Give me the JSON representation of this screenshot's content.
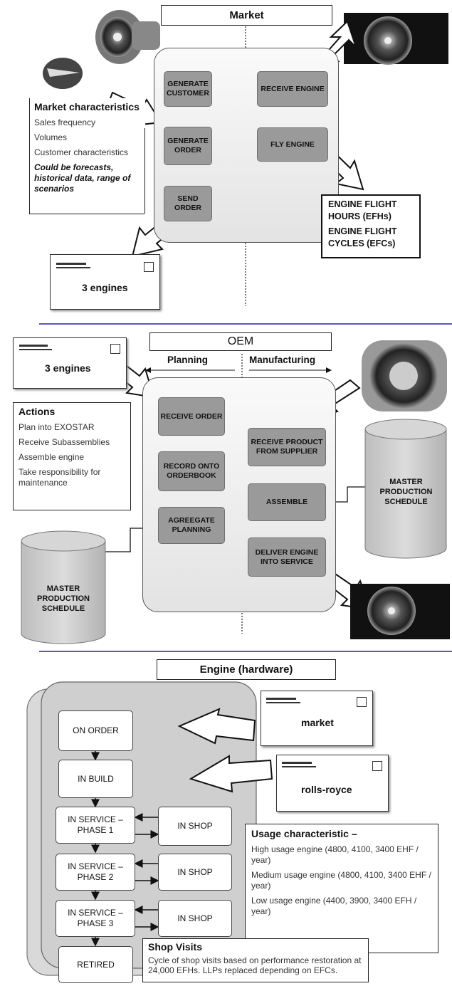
{
  "market": {
    "title": "Market",
    "boxes": [
      "GENERATE CUSTOMER",
      "GENERATE ORDER",
      "SEND ORDER",
      "RECEIVE ENGINE",
      "FLY ENGINE"
    ],
    "characteristics": {
      "title": "Market characteristics",
      "items": [
        "Sales frequency",
        "Volumes",
        "Customer characteristics"
      ],
      "note": "Could be forecasts, historical data, range of scenarios"
    },
    "efh": "ENGINE FLIGHT HOURS (EFHs)",
    "efc": "ENGINE FLIGHT CYCLES (EFCs)",
    "envelope": "3 engines"
  },
  "oem": {
    "title": "OEM",
    "planning": "Planning",
    "manufacturing": "Manufacturing",
    "envelope": "3 engines",
    "actions": {
      "title": "Actions",
      "items": [
        "Plan into EXOSTAR",
        "Receive Subassemblies",
        "Assemble engine",
        "Take responsibility for maintenance"
      ]
    },
    "planning_boxes": [
      "RECEIVE ORDER",
      "RECORD ONTO ORDERBOOK",
      "AGREEGATE PLANNING"
    ],
    "manufacturing_boxes": [
      "RECEIVE PRODUCT FROM SUPPLIER",
      "ASSEMBLE",
      "DELIVER ENGINE INTO SERVICE"
    ],
    "mps_right": "MASTER PRODUCTION SCHEDULE",
    "mps_left": "MASTER PRODUCTION SCHEDULE"
  },
  "engine": {
    "title": "Engine (hardware)",
    "states": [
      "ON ORDER",
      "IN BUILD",
      "IN SERVICE – PHASE 1",
      "IN SERVICE – PHASE 2",
      "IN SERVICE – PHASE 3",
      "RETIRED"
    ],
    "shops": [
      "IN SHOP",
      "IN SHOP",
      "IN SHOP"
    ],
    "env_market": "market",
    "env_rr": "rolls-royce",
    "usage": {
      "title": "Usage characteristic",
      "items": [
        "High usage engine (4800, 4100, 3400 EHF / year)",
        "Medium usage engine (4800, 4100, 3400 EHF / year)",
        "Low usage engine  (4400, 3900, 3400 EFH / year)"
      ]
    },
    "shop_visits": {
      "title": "Shop Visits",
      "text": "Cycle of shop visits based on performance restoration at 24,000 EFHs. LLPs replaced depending on EFCs."
    }
  },
  "colors": {
    "process_box": "#9a9a9a",
    "divider": "#22229a"
  }
}
